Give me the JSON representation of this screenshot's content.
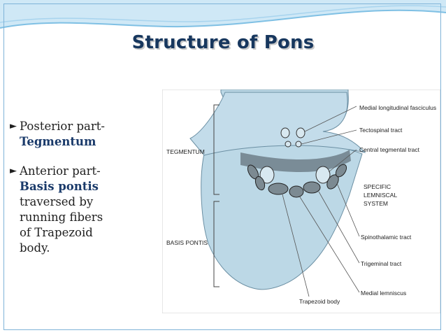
{
  "title": "Structure of Pons",
  "bullets": [
    {
      "label": "Posterior part-",
      "emph": "Tegmentum",
      "rest": []
    },
    {
      "label": "Anterior part-",
      "emph": "Basis pontis",
      "rest": [
        "traversed by",
        "running fibers",
        "of  Trapezoid",
        "body."
      ]
    }
  ],
  "figure": {
    "left_labels": {
      "tegmentum": "TEGMENTUM",
      "basis": "BASIS PONTIS"
    },
    "right_labels": {
      "mlf": "Medial longitudinal fasciculus",
      "tectospinal": "Tectospinal tract",
      "central": "Central tegmental tract",
      "specific1": "SPECIFIC",
      "specific2": "LEMNISCAL",
      "specific3": "SYSTEM",
      "spinothalamic": "Spinothalamic tract",
      "trigeminal": "Trigeminal tract",
      "medial_lemniscus": "Medial lemniscus",
      "trapezoid": "Trapezoid body"
    }
  },
  "colors": {
    "title": "#17375e",
    "emphasis": "#1a3a6a",
    "swoosh": "#bfe0f2",
    "tissue": "#b9d7e6"
  }
}
